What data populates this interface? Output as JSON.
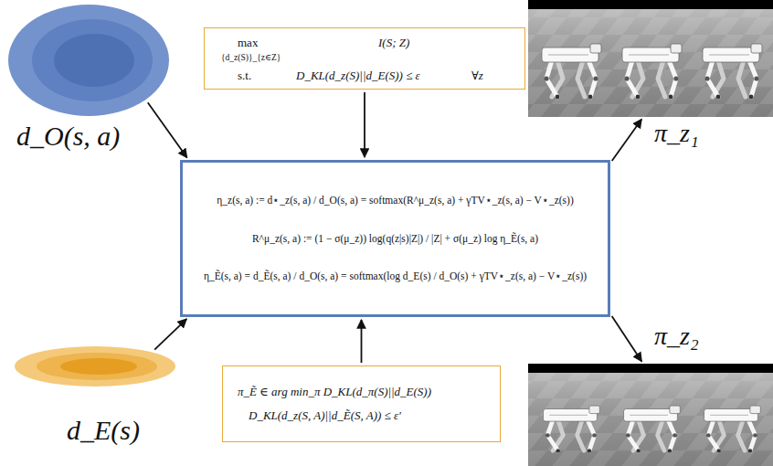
{
  "diagram": {
    "nodes": [
      {
        "text": [
          "d_O(s, a)"
        ]
      },
      {
        "text": [
          "max",
          "{d_z(S)}_{z∈Z}",
          "I(S; Z)",
          "s.t.",
          "D_KL(d_z(S)||d_E(S)) ≤ ε",
          "∀z"
        ]
      },
      {
        "text": [
          "π_z₁"
        ]
      },
      {
        "text": [
          "η_z(s, a) := d⋆_z(s, a) / d_O(s, a) = softmax(R^μ_z(s, a) + γTV⋆_z(s, a) − V⋆_z(s))",
          "R^μ_z(s, a) := (1 − σ(μ_z)) log(q(z|s)|Z|) / |Z| + σ(μ_z) log η_Ẽ(s, a)",
          "η_Ẽ(s, a) = d_Ẽ(s, a) / d_O(s, a) = softmax(log d_E(s) / d_O(s) + γTV⋆_z(s, a) − V⋆_z(s))"
        ]
      },
      {
        "text": [
          "π_z₂"
        ]
      },
      {
        "text": [
          "d_E(s)"
        ]
      },
      {
        "text": [
          "π_Ẽ ∈ arg min_π D_KL(d_π(S)||d_E(S))",
          "D_KL(d_z(S, A)||d_Ẽ(S, A)) ≤ ε′"
        ]
      }
    ],
    "edges": [
      {
        "from": 0,
        "to": 3,
        "arrow": "to"
      },
      {
        "from": 1,
        "to": 3,
        "arrow": "to"
      },
      {
        "from": 6,
        "to": 3,
        "arrow": "to"
      },
      {
        "from": 5,
        "to": 3,
        "arrow": "to"
      },
      {
        "from": 3,
        "to": 2,
        "arrow": "to"
      },
      {
        "from": 3,
        "to": 4,
        "arrow": "to"
      }
    ]
  }
}
